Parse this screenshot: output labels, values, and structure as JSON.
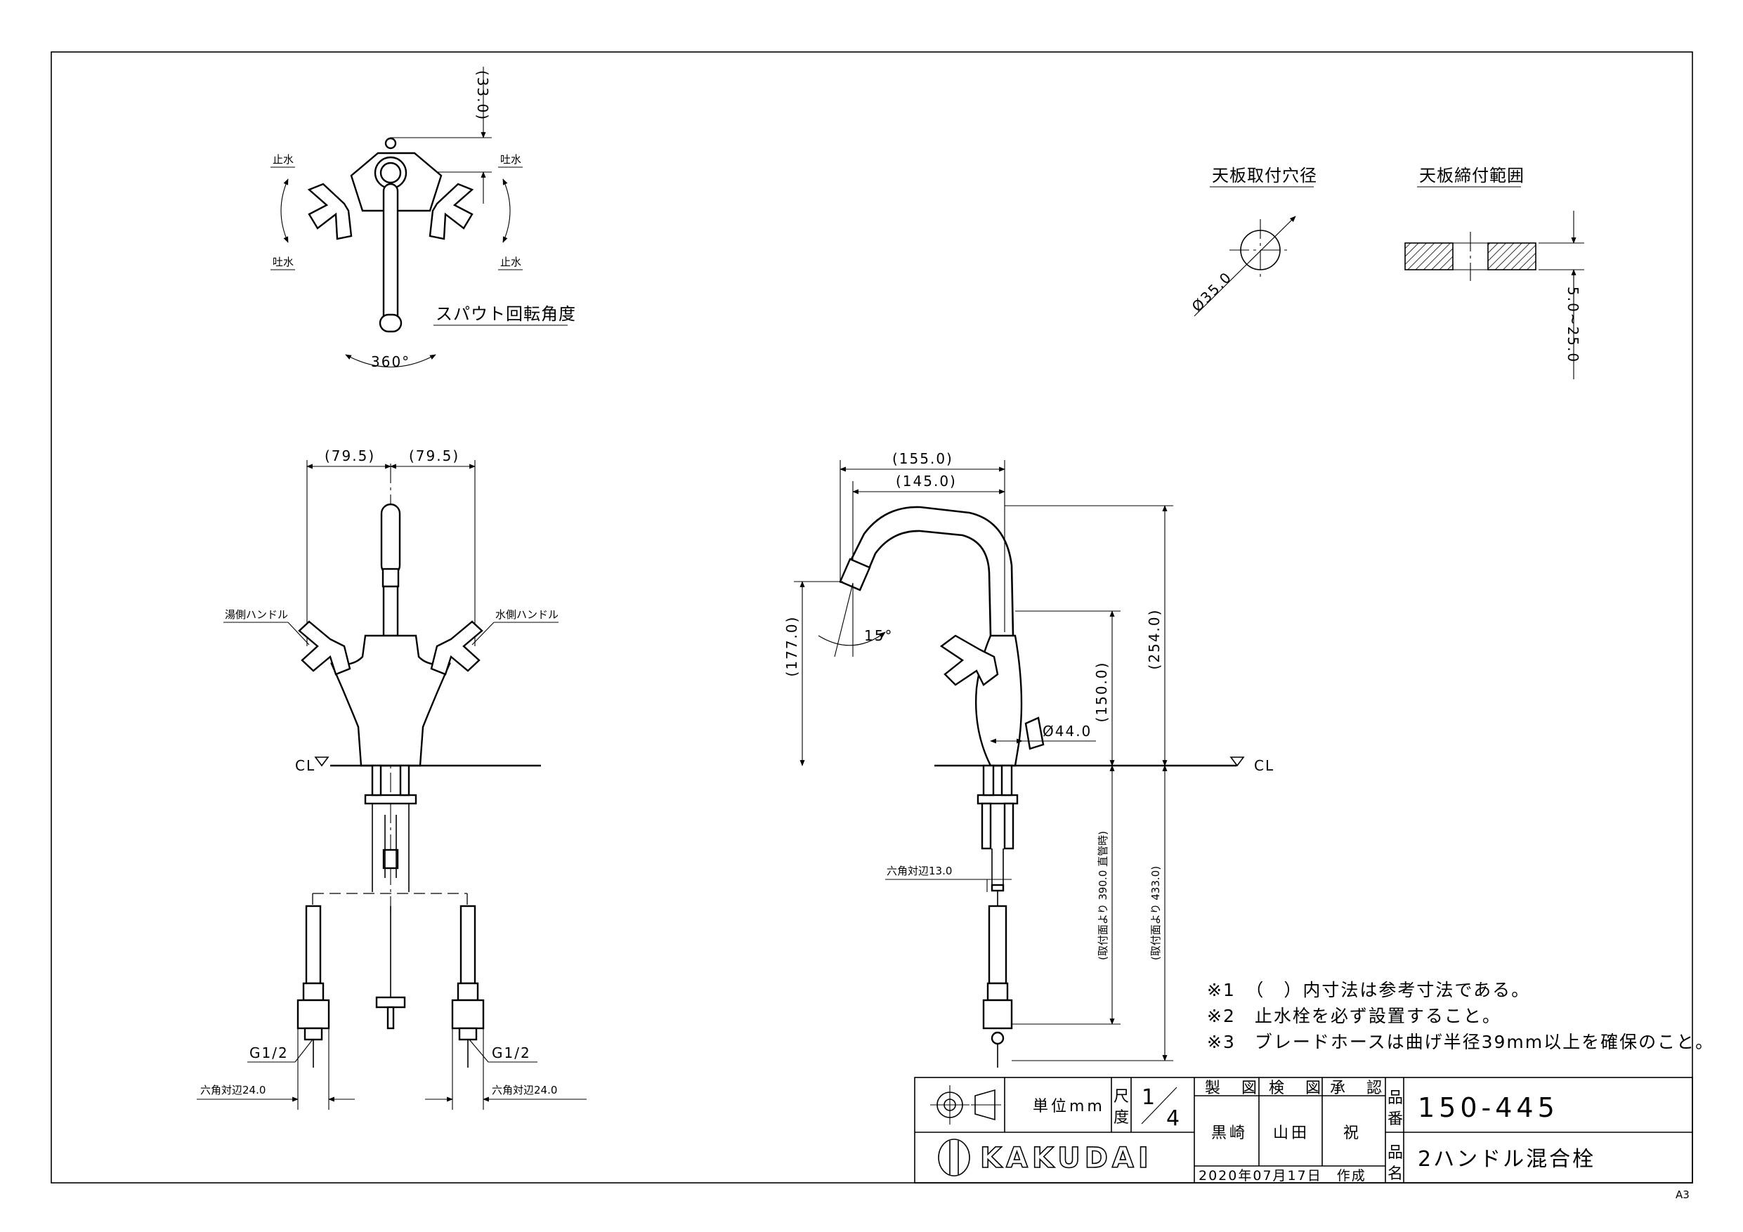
{
  "top_view": {
    "dim_top": "(33.0)",
    "left_top": "止水",
    "left_bottom": "吐水",
    "right_top": "吐水",
    "right_bottom": "止水",
    "spout_label": "スパウト回転角度",
    "angle_360": "360°"
  },
  "mounting": {
    "hole_title": "天板取付穴径",
    "hole_dim": "Ø35.0",
    "range_title": "天板締付範囲",
    "range_dim": "5.0~25.0"
  },
  "front_view": {
    "dim_left": "(79.5)",
    "dim_right": "(79.5)",
    "hot_label": "湯側ハンドル",
    "cold_label": "水側ハンドル",
    "cl": "CL",
    "g_left": "G1/2",
    "g_right": "G1/2",
    "hex_left": "六角対辺24.0",
    "hex_right": "六角対辺24.0"
  },
  "side_view": {
    "dim_155": "(155.0)",
    "dim_145": "(145.0)",
    "dim_177": "(177.0)",
    "angle_15": "15°",
    "dim_254": "(254.0)",
    "dim_150": "(150.0)",
    "dia_44": "Ø44.0",
    "cl": "CL",
    "hex_13": "六角対辺13.0",
    "dim_390": "(取付面より 390.0 直管時)",
    "dim_433": "(取付面より 433.0)"
  },
  "notes": [
    "※1　（　）内寸法は参考寸法である。",
    "※2　止水栓を必ず設置すること。",
    "※3　ブレードホースは曲げ半径39mm以上を確保のこと。"
  ],
  "title_block": {
    "unit": "単位mm",
    "scale_label_1": "尺",
    "scale_label_2": "度",
    "scale_num": "1",
    "scale_den": "4",
    "header": [
      "製　図",
      "検　図",
      "承　認"
    ],
    "names": [
      "黒崎",
      "山田",
      "祝"
    ],
    "date": "2020年07月17日　作成",
    "pn_label_1": "品",
    "pn_label_2": "番",
    "part_number": "150-445",
    "pname_label_1": "品",
    "pname_label_2": "名",
    "part_name": "2ハンドル混合栓",
    "brand": "KAKUDAI",
    "paper_size": "A3"
  }
}
